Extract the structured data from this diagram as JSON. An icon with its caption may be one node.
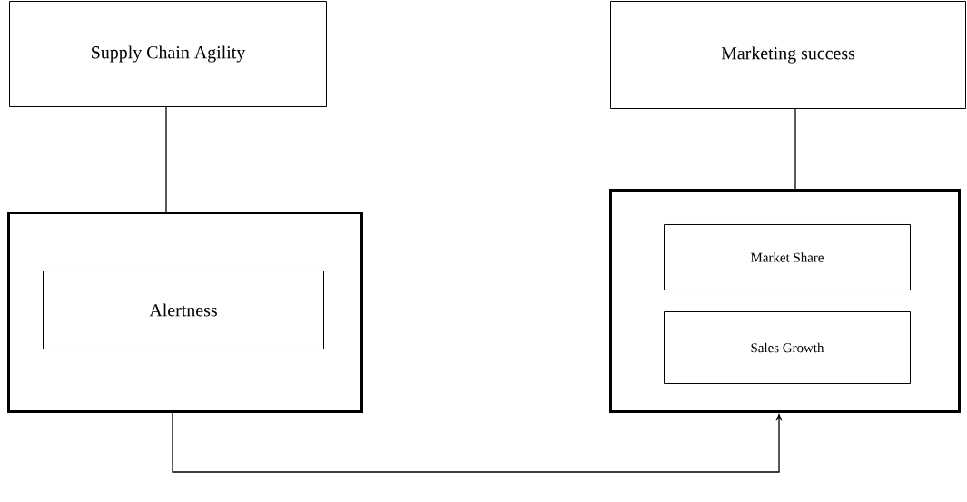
{
  "diagram": {
    "nodes": [
      {
        "text": [
          "Supply Chain Agility"
        ]
      },
      {
        "text": [
          "Marketing success"
        ]
      },
      {
        "text": [],
        "shape": "box"
      },
      {
        "text": [
          "Alertness"
        ],
        "in": 2
      },
      {
        "text": [],
        "shape": "box"
      },
      {
        "text": [
          "Market Share"
        ],
        "in": 4
      },
      {
        "text": [
          "Sales Growth"
        ],
        "in": 4
      }
    ],
    "edges": [
      {
        "from": 0,
        "to": 2,
        "arrow": "none"
      },
      {
        "from": 1,
        "to": 4,
        "arrow": "none"
      },
      {
        "from": 2,
        "to": 4,
        "arrow": "to"
      }
    ]
  }
}
